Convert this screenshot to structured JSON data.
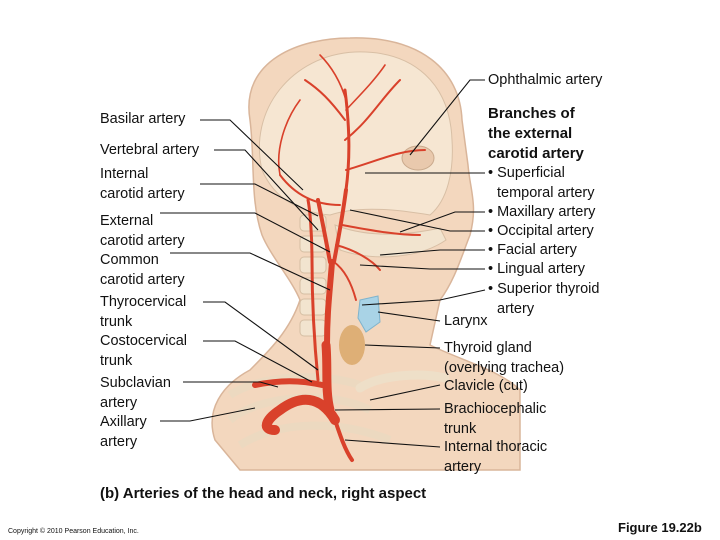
{
  "labels_left": {
    "basilar": "Basilar artery",
    "vertebral": "Vertebral artery",
    "internal_carotid": [
      "Internal",
      "carotid artery"
    ],
    "external_carotid": [
      "External",
      "carotid artery"
    ],
    "common_carotid": [
      "Common",
      "carotid artery"
    ],
    "thyrocervical": [
      "Thyrocervical",
      "trunk"
    ],
    "costocervical": [
      "Costocervical",
      "trunk"
    ],
    "subclavian": [
      "Subclavian",
      "artery"
    ],
    "axillary": [
      "Axillary",
      "artery"
    ]
  },
  "labels_right": {
    "ophthalmic": "Ophthalmic artery",
    "branches_heading": [
      "Branches of",
      "the external",
      "carotid artery"
    ],
    "superficial_temporal": [
      "• Superficial",
      "temporal artery"
    ],
    "maxillary": "• Maxillary artery",
    "occipital": "• Occipital artery",
    "facial": "• Facial artery",
    "lingual": "• Lingual artery",
    "superior_thyroid": [
      "• Superior thyroid",
      "artery"
    ],
    "larynx": "Larynx",
    "thyroid_gland": [
      "Thyroid gland",
      "(overlying trachea)"
    ],
    "clavicle": "Clavicle (cut)",
    "brachiocephalic": [
      "Brachiocephalic",
      "trunk"
    ],
    "internal_thoracic": [
      "Internal thoracic",
      "artery"
    ]
  },
  "caption": "(b) Arteries of the head and neck, right aspect",
  "copyright": "Copyright © 2010 Pearson Education, Inc.",
  "figure_number": "Figure 19.22b",
  "colors": {
    "skin": "#f3d7be",
    "bone": "#f2e4cf",
    "artery": "#d9412b",
    "thyroid": "#d9a86a",
    "larynx": "#a9d3e6"
  }
}
